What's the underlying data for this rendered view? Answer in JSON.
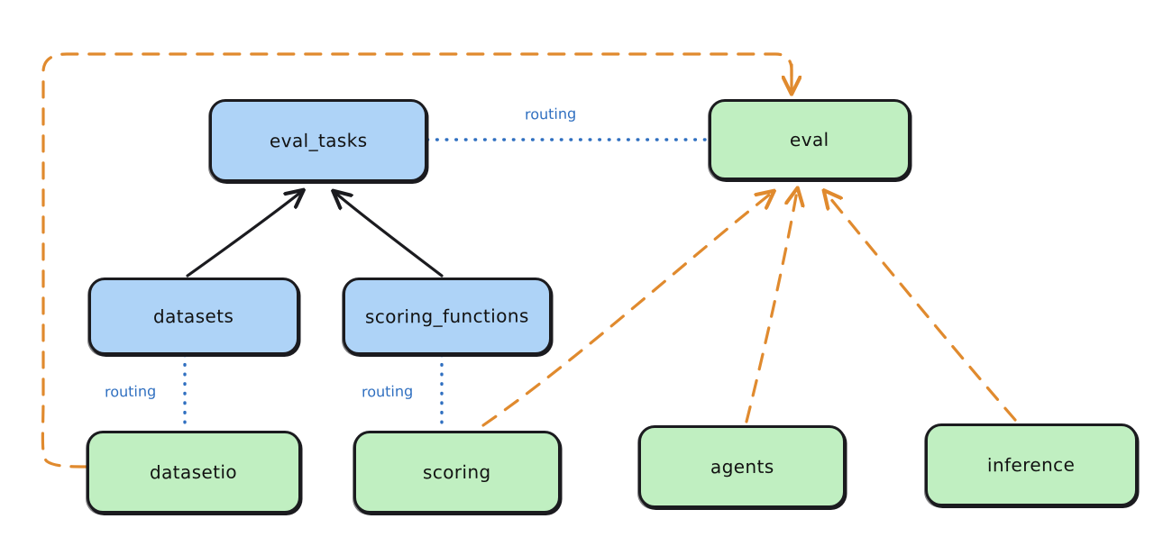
{
  "diagram": {
    "type": "graph",
    "title": "",
    "background_color": "#ffffff",
    "palette": {
      "api_fill": "#aed3f7",
      "provider_fill": "#c0efc1",
      "stroke": "#1b1b1f",
      "routing_edge": "#2f6fc0",
      "dependency_edge": "#e08a2e"
    },
    "nodes": [
      {
        "id": "eval_tasks",
        "label": "eval_tasks",
        "kind": "api",
        "color": "#aed3f7"
      },
      {
        "id": "eval",
        "label": "eval",
        "kind": "provider",
        "color": "#c0efc1"
      },
      {
        "id": "datasets",
        "label": "datasets",
        "kind": "api",
        "color": "#aed3f7"
      },
      {
        "id": "scoring_functions",
        "label": "scoring_functions",
        "kind": "api",
        "color": "#aed3f7"
      },
      {
        "id": "datasetio",
        "label": "datasetio",
        "kind": "provider",
        "color": "#c0efc1"
      },
      {
        "id": "scoring",
        "label": "scoring",
        "kind": "provider",
        "color": "#c0efc1"
      },
      {
        "id": "agents",
        "label": "agents",
        "kind": "provider",
        "color": "#c0efc1"
      },
      {
        "id": "inference",
        "label": "inference",
        "kind": "provider",
        "color": "#c0efc1"
      }
    ],
    "edges": [
      {
        "from": "eval_tasks",
        "to": "eval",
        "label": "routing",
        "style": "dotted",
        "color": "#2f6fc0",
        "arrow": false
      },
      {
        "from": "datasets",
        "to": "datasetio",
        "label": "routing",
        "style": "dotted",
        "color": "#2f6fc0",
        "arrow": false
      },
      {
        "from": "scoring_functions",
        "to": "scoring",
        "label": "routing",
        "style": "dotted",
        "color": "#2f6fc0",
        "arrow": false
      },
      {
        "from": "datasets",
        "to": "eval_tasks",
        "label": "",
        "style": "solid",
        "color": "#1b1b1f",
        "arrow": true
      },
      {
        "from": "scoring_functions",
        "to": "eval_tasks",
        "label": "",
        "style": "solid",
        "color": "#1b1b1f",
        "arrow": true
      },
      {
        "from": "datasetio",
        "to": "eval",
        "label": "",
        "style": "dashed",
        "color": "#e08a2e",
        "arrow": true
      },
      {
        "from": "scoring",
        "to": "eval",
        "label": "",
        "style": "dashed",
        "color": "#e08a2e",
        "arrow": true
      },
      {
        "from": "agents",
        "to": "eval",
        "label": "",
        "style": "dashed",
        "color": "#e08a2e",
        "arrow": true
      },
      {
        "from": "inference",
        "to": "eval",
        "label": "",
        "style": "dashed",
        "color": "#e08a2e",
        "arrow": true
      }
    ],
    "edge_labels": {
      "eval_tasks_to_eval": "routing",
      "datasets_to_datasetio": "routing",
      "scoring_functions_to_scoring": "routing"
    }
  }
}
